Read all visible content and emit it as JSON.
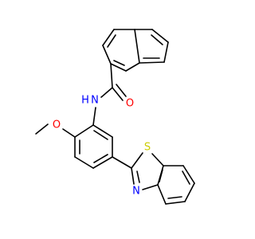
{
  "molecule": {
    "atoms": {
      "o_carbonyl": {
        "symbol": "O",
        "color": "#ff0000"
      },
      "n_amide": {
        "symbol": "N",
        "color": "#0000ff"
      },
      "h_amide": {
        "symbol": "H",
        "color": "#0000ff"
      },
      "o_methoxy": {
        "symbol": "O",
        "color": "#ff0000"
      },
      "s_thiazole": {
        "symbol": "S",
        "color": "#cccc00"
      },
      "n_thiazole": {
        "symbol": "N",
        "color": "#0000ff"
      }
    }
  }
}
